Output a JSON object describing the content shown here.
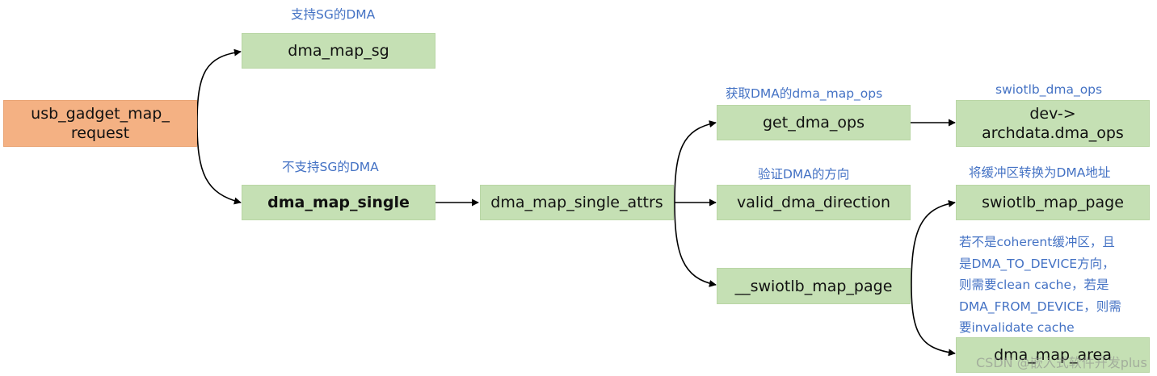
{
  "nodes": {
    "root": "usb_gadget_map_\nrequest",
    "map_sg": "dma_map_sg",
    "map_single": "dma_map_single",
    "map_single_attrs": "dma_map_single_attrs",
    "get_ops": "get_dma_ops",
    "valid_dir": "valid_dma_direction",
    "swiotlb_inner": "__swiotlb_map_page",
    "archdata": "dev->\narchdata.dma_ops",
    "swiotlb_map_page": "swiotlb_map_page",
    "map_area": "dma_map_area"
  },
  "labels": {
    "sg_support": "支持SG的DMA",
    "no_sg_support": "不支持SG的DMA",
    "get_ops_desc": "获取DMA的dma_map_ops",
    "archdata_desc": "swiotlb_dma_ops",
    "valid_desc": "验证DMA的方向",
    "convert_desc": "将缓冲区转换为DMA地址"
  },
  "note_lines": [
    "若不是coherent缓冲区，且",
    "是DMA_TO_DEVICE方向，",
    "则需要clean cache，若是",
    "DMA_FROM_DEVICE，则需",
    "要invalidate cache"
  ],
  "watermark": "CSDN @嵌入式软件开发plus",
  "colors": {
    "box_green": "#c5e0b4",
    "box_orange": "#f4b183",
    "label_blue": "#4472c4",
    "edge": "#000000"
  }
}
